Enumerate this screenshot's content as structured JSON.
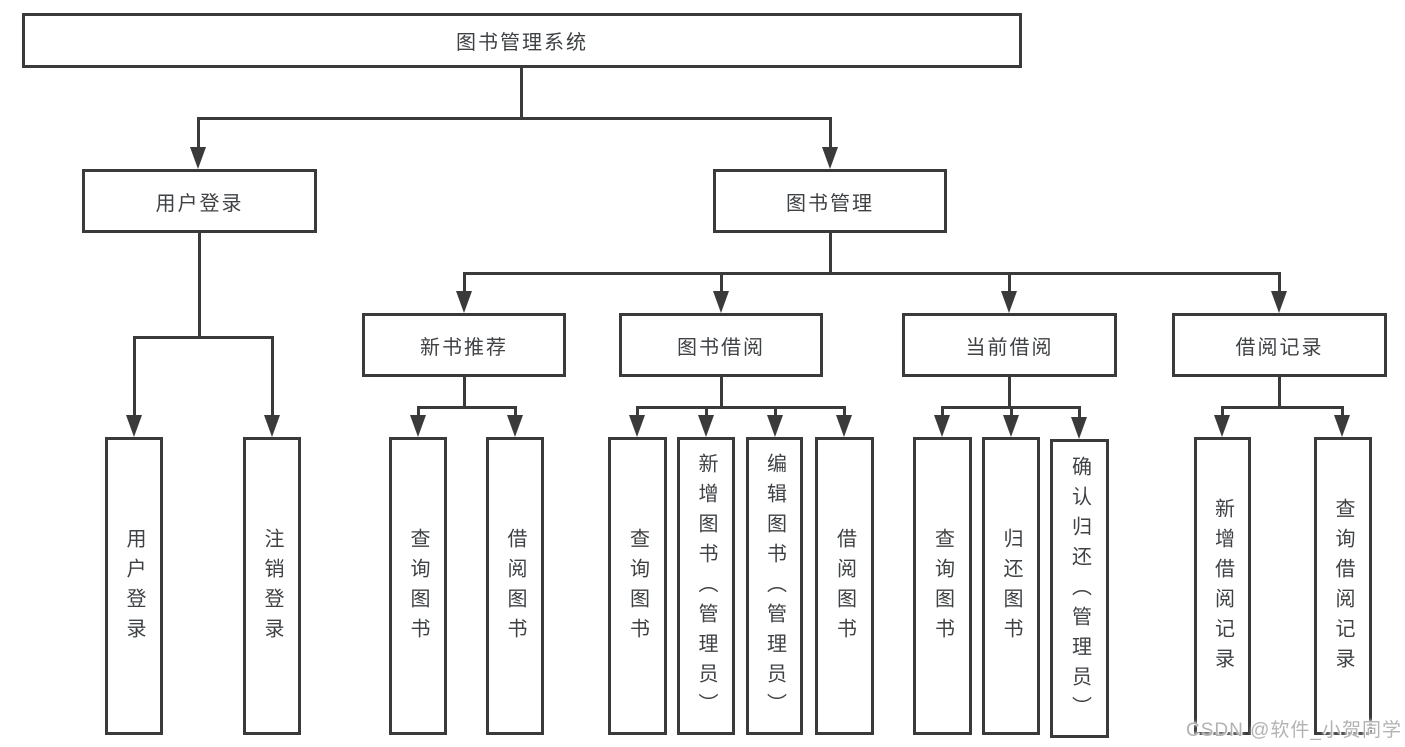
{
  "diagram": {
    "title": "图书管理系统",
    "type": "functional-structure-tree",
    "tree": {
      "label": "图书管理系统",
      "children": [
        {
          "label": "用户登录",
          "children": [
            {
              "label": "用户登录"
            },
            {
              "label": "注销登录"
            }
          ]
        },
        {
          "label": "图书管理",
          "children": [
            {
              "label": "新书推荐",
              "children": [
                {
                  "label": "查询图书"
                },
                {
                  "label": "借阅图书"
                }
              ]
            },
            {
              "label": "图书借阅",
              "children": [
                {
                  "label": "查询图书"
                },
                {
                  "label": "新增图书（管理员）"
                },
                {
                  "label": "编辑图书（管理员）"
                },
                {
                  "label": "借阅图书"
                }
              ]
            },
            {
              "label": "当前借阅",
              "children": [
                {
                  "label": "查询图书"
                },
                {
                  "label": "归还图书"
                },
                {
                  "label": "确认归还（管理员）"
                }
              ]
            },
            {
              "label": "借阅记录",
              "children": [
                {
                  "label": "新增借阅记录"
                },
                {
                  "label": "查询借阅记录"
                }
              ]
            }
          ]
        }
      ]
    }
  },
  "watermark": {
    "text": "CSDN @软件_小贺同学"
  },
  "colors": {
    "line": "#3a3a3a",
    "text": "#3f4245",
    "background": "#ffffff",
    "watermark": "#b3b3b3"
  }
}
